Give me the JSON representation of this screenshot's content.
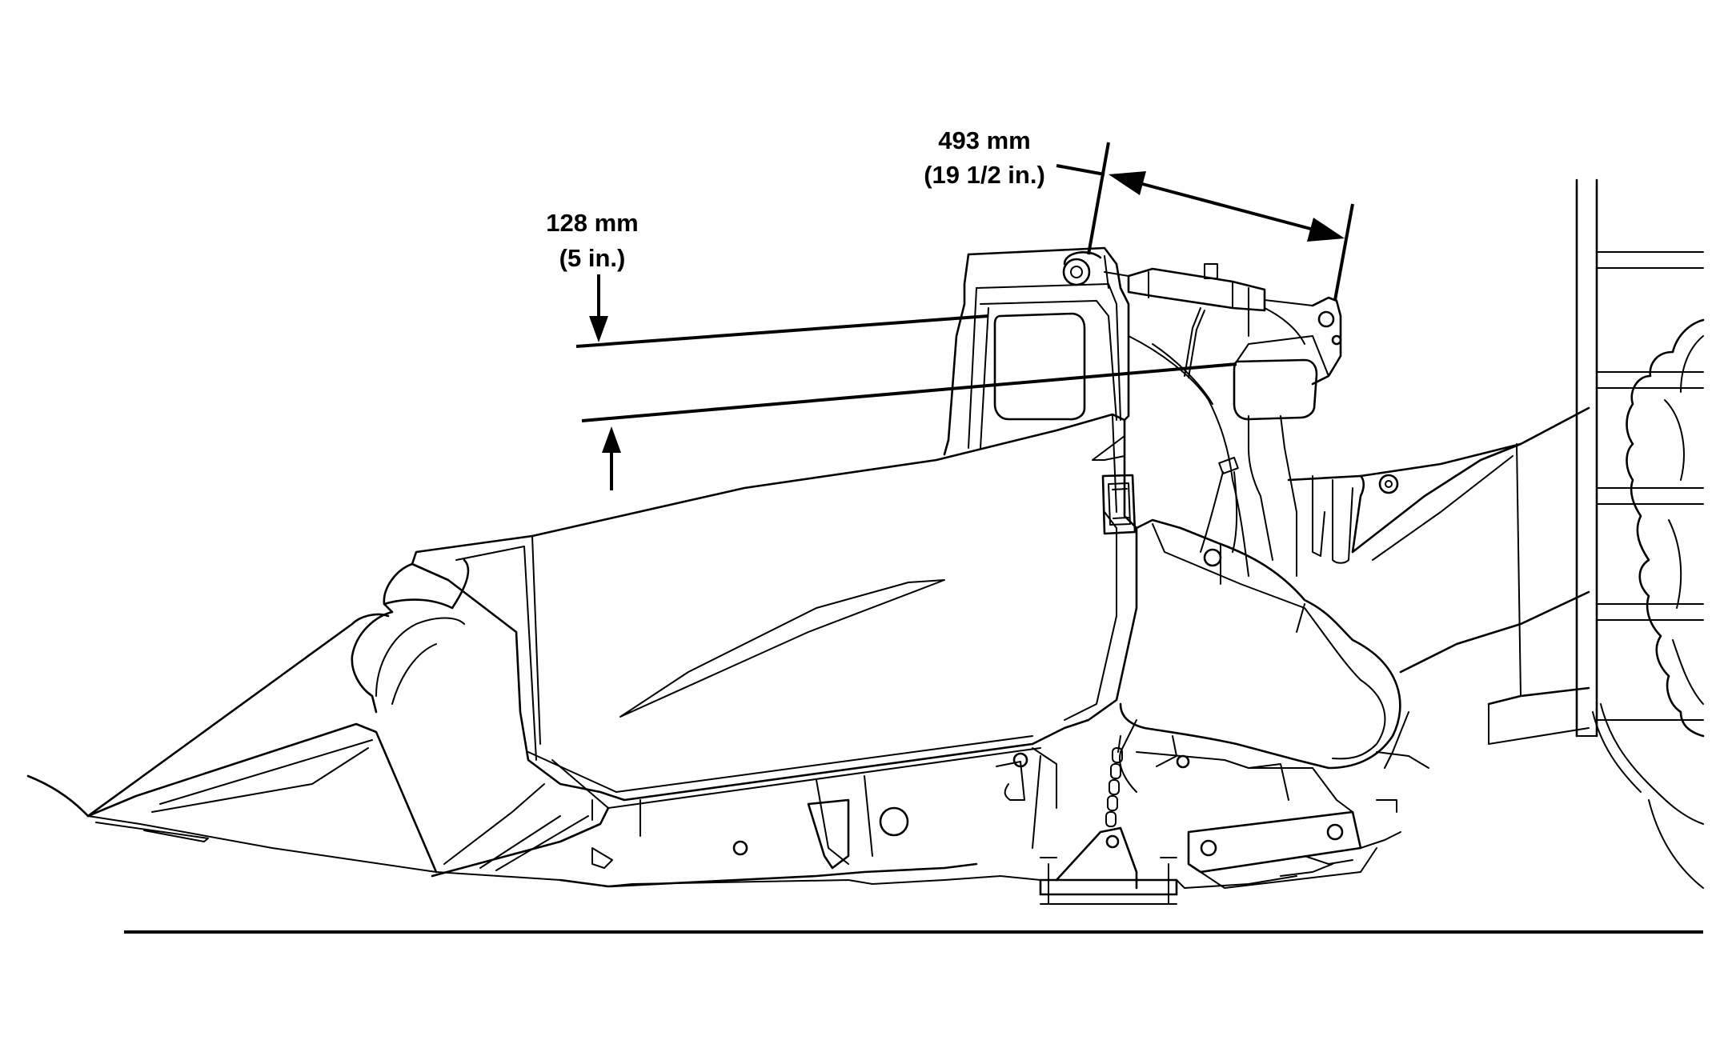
{
  "dimensions": {
    "ram_height": {
      "metric": "128 mm",
      "imperial": "(5 in.)"
    },
    "cylinder_length": {
      "metric": "493 mm",
      "imperial": "(19 1/2 in.)"
    }
  },
  "colors": {
    "line": "#000000",
    "background": "#ffffff"
  }
}
